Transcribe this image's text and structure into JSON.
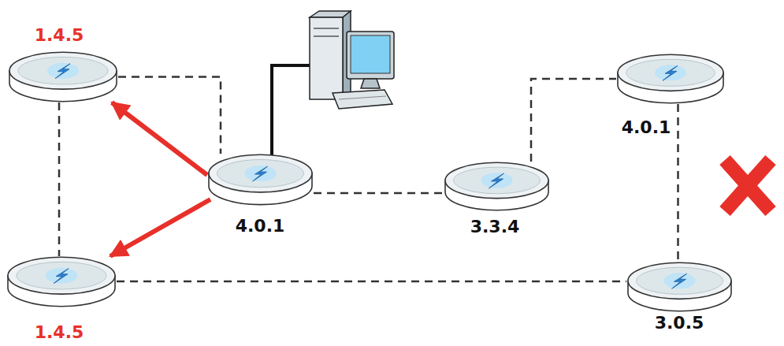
{
  "diagram": {
    "nodes": [
      {
        "text": [
          "1.4.5"
        ]
      },
      {
        "text": [
          "4.0.1"
        ]
      },
      {
        "text": [
          "4.0.1"
        ]
      },
      {
        "text": [
          "3.3.4"
        ]
      },
      {
        "text": [
          "1.4.5"
        ]
      },
      {
        "text": [
          "3.0.5"
        ]
      }
    ],
    "edges": [
      {
        "from": 0,
        "to": 2,
        "arrow": "none"
      },
      {
        "from": 0,
        "to": 4,
        "arrow": "none"
      },
      {
        "from": 2,
        "to": 3,
        "arrow": "none"
      },
      {
        "from": 3,
        "to": 1,
        "arrow": "none"
      },
      {
        "from": 1,
        "to": 5,
        "arrow": "none"
      },
      {
        "from": 4,
        "to": 5,
        "arrow": "none"
      },
      {
        "from": 2,
        "to": 0,
        "arrow": "to"
      },
      {
        "from": 2,
        "to": 4,
        "arrow": "to"
      }
    ]
  }
}
